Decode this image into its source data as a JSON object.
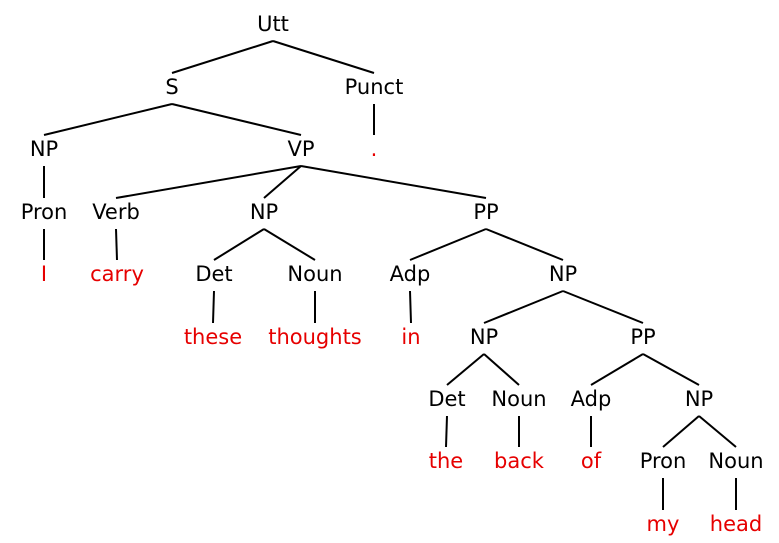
{
  "colors": {
    "category": "#000000",
    "word": "#e60000",
    "edge": "#000000"
  },
  "tree": {
    "root": "Utt",
    "nodes": [
      {
        "id": "utt",
        "label": "Utt"
      },
      {
        "id": "s",
        "label": "S"
      },
      {
        "id": "punct",
        "label": "Punct"
      },
      {
        "id": "np-subj",
        "label": "NP"
      },
      {
        "id": "vp",
        "label": "VP"
      },
      {
        "id": "w-period",
        "label": "."
      },
      {
        "id": "pron-1",
        "label": "Pron"
      },
      {
        "id": "verb",
        "label": "Verb"
      },
      {
        "id": "np-obj",
        "label": "NP"
      },
      {
        "id": "pp-1",
        "label": "PP"
      },
      {
        "id": "w-i",
        "label": "I"
      },
      {
        "id": "w-carry",
        "label": "carry"
      },
      {
        "id": "det-1",
        "label": "Det"
      },
      {
        "id": "noun-1",
        "label": "Noun"
      },
      {
        "id": "adp-1",
        "label": "Adp"
      },
      {
        "id": "np-2",
        "label": "NP"
      },
      {
        "id": "w-these",
        "label": "these"
      },
      {
        "id": "w-thoughts",
        "label": "thoughts"
      },
      {
        "id": "w-in",
        "label": "in"
      },
      {
        "id": "np-3",
        "label": "NP"
      },
      {
        "id": "pp-2",
        "label": "PP"
      },
      {
        "id": "det-2",
        "label": "Det"
      },
      {
        "id": "noun-2",
        "label": "Noun"
      },
      {
        "id": "adp-2",
        "label": "Adp"
      },
      {
        "id": "np-4",
        "label": "NP"
      },
      {
        "id": "w-the",
        "label": "the"
      },
      {
        "id": "w-back",
        "label": "back"
      },
      {
        "id": "w-of",
        "label": "of"
      },
      {
        "id": "pron-2",
        "label": "Pron"
      },
      {
        "id": "noun-3",
        "label": "Noun"
      },
      {
        "id": "w-my",
        "label": "my"
      },
      {
        "id": "w-head",
        "label": "head"
      }
    ],
    "edges": [
      [
        "utt",
        "s"
      ],
      [
        "utt",
        "punct"
      ],
      [
        "s",
        "np-subj"
      ],
      [
        "s",
        "vp"
      ],
      [
        "punct",
        "w-period"
      ],
      [
        "np-subj",
        "pron-1"
      ],
      [
        "pron-1",
        "w-i"
      ],
      [
        "vp",
        "verb"
      ],
      [
        "vp",
        "np-obj"
      ],
      [
        "vp",
        "pp-1"
      ],
      [
        "verb",
        "w-carry"
      ],
      [
        "np-obj",
        "det-1"
      ],
      [
        "np-obj",
        "noun-1"
      ],
      [
        "det-1",
        "w-these"
      ],
      [
        "noun-1",
        "w-thoughts"
      ],
      [
        "pp-1",
        "adp-1"
      ],
      [
        "pp-1",
        "np-2"
      ],
      [
        "adp-1",
        "w-in"
      ],
      [
        "np-2",
        "np-3"
      ],
      [
        "np-2",
        "pp-2"
      ],
      [
        "np-3",
        "det-2"
      ],
      [
        "np-3",
        "noun-2"
      ],
      [
        "det-2",
        "w-the"
      ],
      [
        "noun-2",
        "w-back"
      ],
      [
        "pp-2",
        "adp-2"
      ],
      [
        "pp-2",
        "np-4"
      ],
      [
        "adp-2",
        "w-of"
      ],
      [
        "np-4",
        "pron-2"
      ],
      [
        "np-4",
        "noun-3"
      ],
      [
        "pron-2",
        "w-my"
      ],
      [
        "noun-3",
        "w-head"
      ]
    ]
  }
}
